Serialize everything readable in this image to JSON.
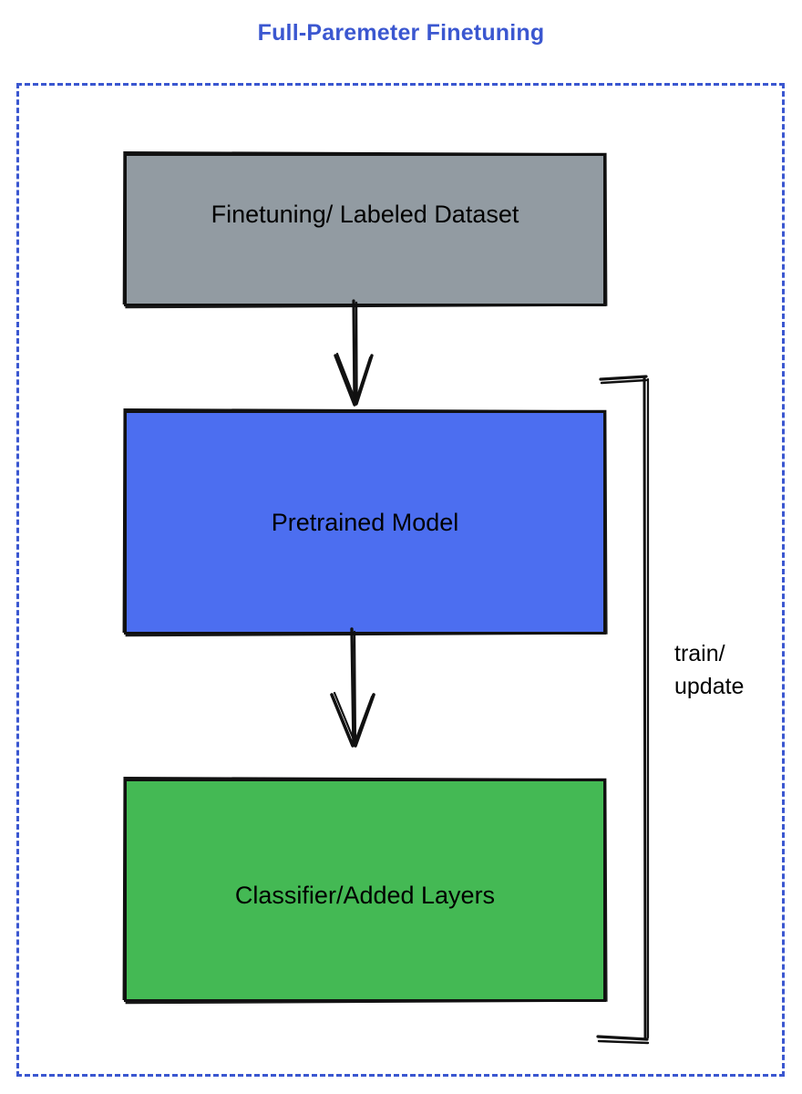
{
  "title": "Full-Paremeter Finetuning",
  "colors": {
    "title": "#3b57d0",
    "frame_border": "#3b57d0",
    "dataset_fill": "#929ba2",
    "pretrained_fill": "#4c6ef0",
    "classifier_fill": "#44b954",
    "stroke": "#111111",
    "text": "#000000",
    "background": "#ffffff"
  },
  "frame": {
    "style": "dashed",
    "name": "full-parameter-finetuning-scope"
  },
  "nodes": [
    {
      "id": "dataset",
      "label": "Finetuning/ Labeled Dataset",
      "fill": "#929ba2",
      "shape": "rectangle"
    },
    {
      "id": "pretrained",
      "label": "Pretrained Model",
      "fill": "#4c6ef0",
      "shape": "rectangle"
    },
    {
      "id": "classifier",
      "label": "Classifier/Added Layers",
      "fill": "#44b954",
      "shape": "rectangle"
    }
  ],
  "edges": [
    {
      "id": "dataset-to-pretrained",
      "from": "dataset",
      "to": "pretrained",
      "label": "",
      "direction": "down",
      "style": "solid-arrow"
    },
    {
      "id": "pretrained-to-classifier",
      "from": "pretrained",
      "to": "classifier",
      "label": "",
      "direction": "down",
      "style": "solid-arrow"
    },
    {
      "id": "feedback-bracket",
      "from": "classifier",
      "to": "pretrained",
      "label_line_1": "train/",
      "label_line_2": "update",
      "direction": "up",
      "style": "bracket"
    }
  ],
  "feedback": {
    "label_line_1": "train/",
    "label_line_2": "update"
  }
}
